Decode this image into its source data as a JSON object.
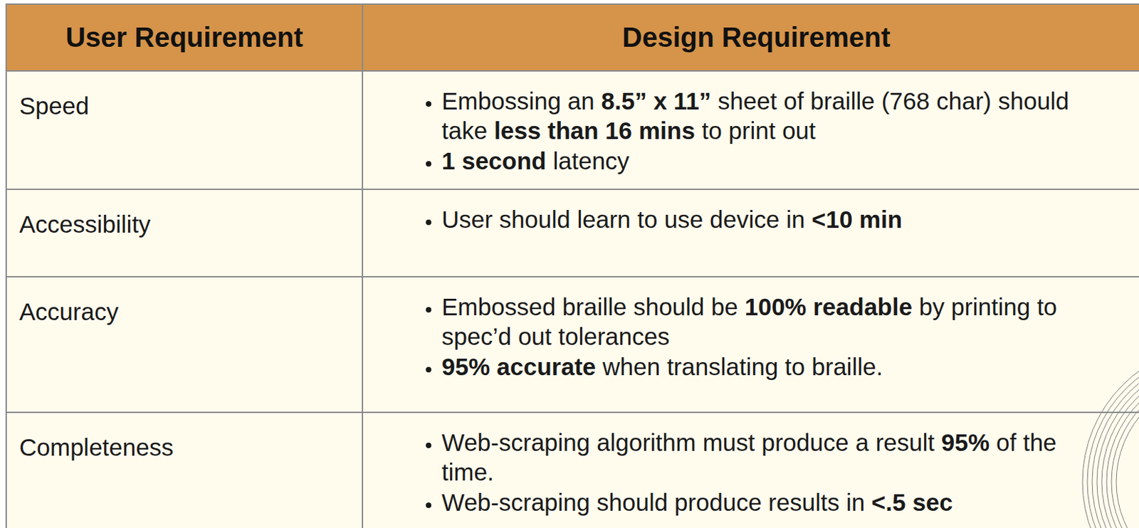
{
  "diagram": {
    "labels": [
      "User Requirement",
      "Design Requirement",
      "Speed",
      "Embossing an",
      "8.5” x 11”",
      "sheet of braille (768 char) should take",
      "less than 16 mins",
      "to print out",
      "1 second",
      "latency",
      "Accessibility",
      "User should learn to use device in",
      "<10 min",
      "Accuracy",
      "Embossed braille should be",
      "100% readable",
      "by printing to spec’d out tolerances",
      "95% accurate",
      "when translating to braille.",
      "Completeness",
      "Web-scraping algorithm must produce a result",
      "95%",
      "of the time.",
      "Web-scraping should produce results in",
      "<.5 sec"
    ]
  }
}
